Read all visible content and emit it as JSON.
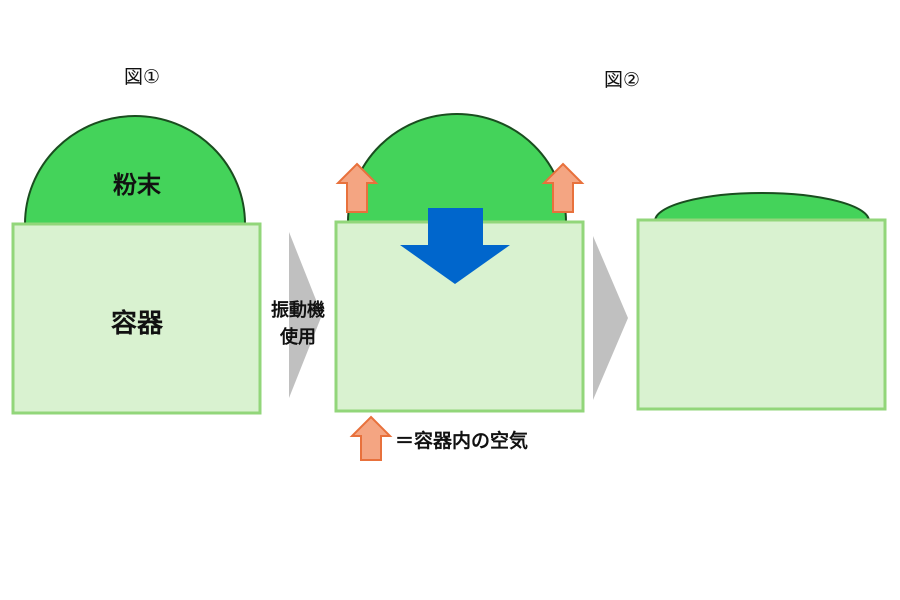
{
  "figures": {
    "fig1_label": "図①",
    "fig2_label": "図②"
  },
  "labels": {
    "powder": "粉末",
    "container": "容器",
    "step_line1": "振動機",
    "step_line2": "使用",
    "legend": "＝容器内の空気"
  },
  "icons": {
    "air_arrow": "up-arrow-icon",
    "press_arrow": "down-arrow-icon",
    "step_chevron": "chevron-right-icon"
  },
  "colors": {
    "powder_fill": "#44d35a",
    "powder_stroke": "#1a4d1f",
    "container_fill": "#d9f2d0",
    "container_stroke": "#92d67a",
    "air_arrow_fill": "#f4a582",
    "air_arrow_stroke": "#e8713c",
    "press_arrow_fill": "#0066cc",
    "chevron_fill": "#c0c0c0"
  }
}
